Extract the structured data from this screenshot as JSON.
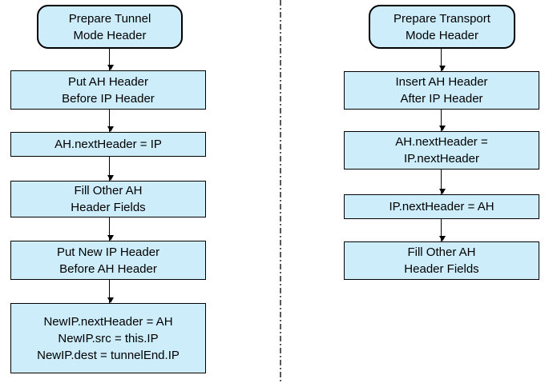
{
  "colors": {
    "node_fill": "#cdedfb",
    "node_border": "#000000",
    "text": "#000000",
    "arrow": "#000000",
    "separator_line": "#595959",
    "background": "#ffffff"
  },
  "flows": [
    {
      "id": "tunnel-mode",
      "nodes": [
        {
          "shape": "terminator",
          "label": "Prepare Tunnel\nMode Header"
        },
        {
          "shape": "process",
          "label": "Put AH Header\nBefore IP Header"
        },
        {
          "shape": "process",
          "label": "AH.nextHeader = IP"
        },
        {
          "shape": "process",
          "label": "Fill Other AH\nHeader Fields"
        },
        {
          "shape": "process",
          "label": "Put New IP Header\nBefore AH Header"
        },
        {
          "shape": "process",
          "label": "NewIP.nextHeader = AH\nNewIP.src = this.IP\nNewIP.dest = tunnelEnd.IP"
        }
      ]
    },
    {
      "id": "transport-mode",
      "nodes": [
        {
          "shape": "terminator",
          "label": "Prepare Transport\nMode Header"
        },
        {
          "shape": "process",
          "label": "Insert AH Header\nAfter IP Header"
        },
        {
          "shape": "process",
          "label": "AH.nextHeader =\nIP.nextHeader"
        },
        {
          "shape": "process",
          "label": "IP.nextHeader = AH"
        },
        {
          "shape": "process",
          "label": "Fill Other AH\nHeader Fields"
        }
      ]
    }
  ]
}
